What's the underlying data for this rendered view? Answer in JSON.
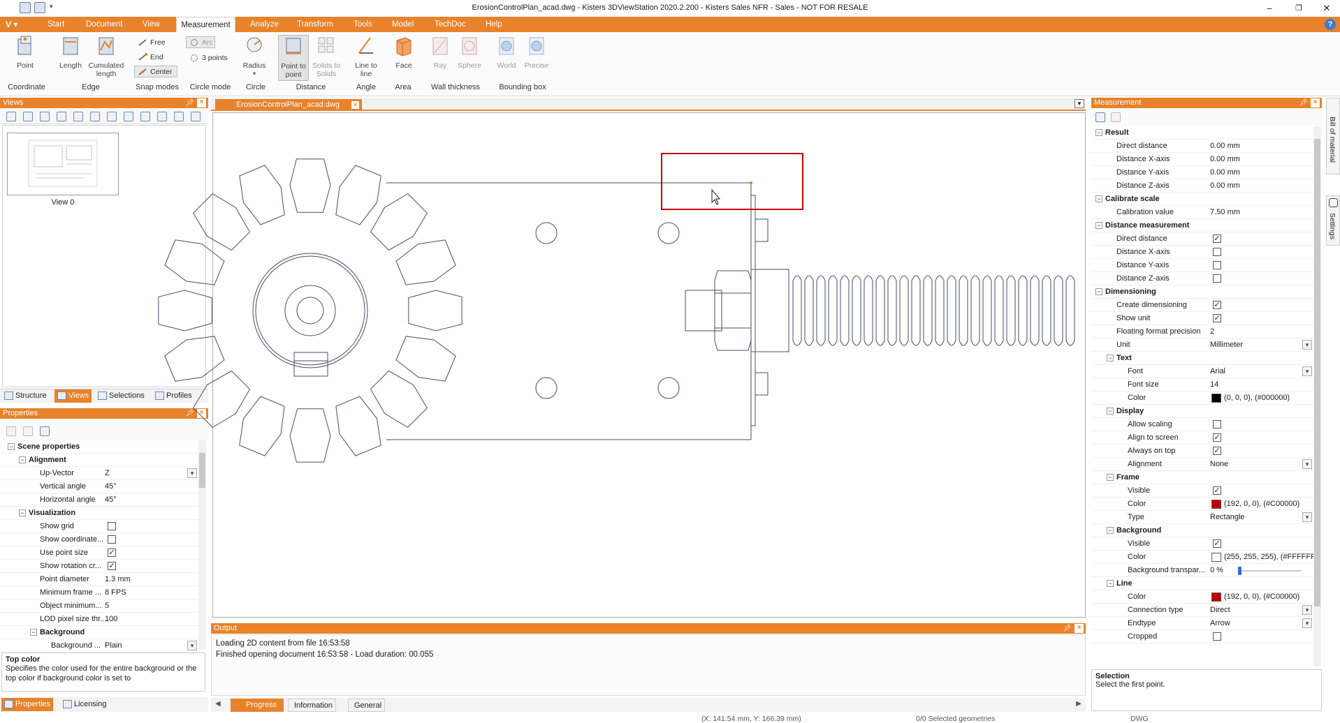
{
  "window": {
    "title": "ErosionControlPlan_acad.dwg - Kisters 3DViewStation 2020.2.200 - Kisters Sales NFR - Sales - NOT FOR RESALE",
    "minimize": "–",
    "restore": "❐",
    "close": "✕"
  },
  "ribbon_tabs": [
    "Start",
    "Document",
    "View",
    "Measurement",
    "Analyze",
    "Transform",
    "Tools",
    "Model",
    "TechDoc",
    "Help"
  ],
  "app_menu": "V ▾",
  "help_label": "?",
  "ribbon": {
    "point": "Point",
    "length": "Length",
    "cumulated_length": "Cumulated length",
    "snap_free": "Free",
    "snap_end": "End",
    "snap_center": "Center",
    "arc": "Arc",
    "three_points": "3 points",
    "radius": "Radius",
    "point_to_point": "Point to point",
    "solids_to_solids": "Solids to Solids",
    "line_to_line": "Line to line",
    "face": "Face",
    "ray": "Ray",
    "sphere": "Sphere",
    "world": "World",
    "precise": "Precise",
    "groups": {
      "coordinate": "Coordinate",
      "edge": "Edge",
      "snap_modes": "Snap modes",
      "circle_mode": "Circle mode",
      "circle": "Circle",
      "distance": "Distance",
      "angle": "Angle",
      "area": "Area",
      "wall_thickness": "Wall thickness",
      "bounding_box": "Bounding box"
    }
  },
  "views_panel": {
    "title": "Views",
    "view_label": "View 0",
    "tabs": [
      "Structure",
      "Views",
      "Selections",
      "Profiles"
    ]
  },
  "properties_panel": {
    "title": "Properties",
    "rows": [
      {
        "label": "Scene properties",
        "type": "sec",
        "level": 0
      },
      {
        "label": "Alignment",
        "type": "sec",
        "level": 1
      },
      {
        "label": "Up-Vector",
        "value": "Z",
        "type": "dd",
        "level": 2
      },
      {
        "label": "Vertical angle",
        "value": "45°",
        "level": 2
      },
      {
        "label": "Horizontal angle",
        "value": "45°",
        "level": 2
      },
      {
        "label": "Visualization",
        "type": "sec",
        "level": 1
      },
      {
        "label": "Show grid",
        "check": false,
        "level": 2
      },
      {
        "label": "Show coordinate...",
        "check": false,
        "level": 2
      },
      {
        "label": "Use point size",
        "check": true,
        "level": 2
      },
      {
        "label": "Show rotation cr...",
        "check": true,
        "level": 2
      },
      {
        "label": "Point diameter",
        "value": "1.3 mm",
        "level": 2
      },
      {
        "label": "Minimum frame ...",
        "value": "8 FPS",
        "level": 2
      },
      {
        "label": "Object minimum...",
        "value": "5",
        "level": 2
      },
      {
        "label": "LOD pixel size thr...",
        "value": "100",
        "level": 2
      },
      {
        "label": "Background",
        "type": "sec",
        "level": 2
      },
      {
        "label": "Background ...",
        "value": "Plain",
        "type": "dd",
        "level": 3
      }
    ],
    "help_title": "Top color",
    "help_text": "Specifies the color used for the entire background or the top color if background color is set to",
    "tabs": [
      "Properties",
      "Licensing"
    ]
  },
  "document": {
    "tab": "ErosionControlPlan_acad.dwg"
  },
  "output_panel": {
    "title": "Output",
    "lines": [
      "Loading 2D content from file 16:53:58",
      "Finished opening document 16:53:58 - Load duration: 00.055"
    ],
    "tabs": [
      "Progress",
      "Information",
      "General"
    ]
  },
  "measurement_panel": {
    "title": "Measurement",
    "side_tabs": [
      "Bill of material",
      "Settings"
    ],
    "rows": [
      {
        "label": "Result",
        "type": "sec",
        "level": 0
      },
      {
        "label": "Direct distance",
        "value": "0.00 mm",
        "level": 1
      },
      {
        "label": "Distance X-axis",
        "value": "0.00 mm",
        "level": 1
      },
      {
        "label": "Distance Y-axis",
        "value": "0.00 mm",
        "level": 1
      },
      {
        "label": "Distance Z-axis",
        "value": "0.00 mm",
        "level": 1
      },
      {
        "label": "Calibrate scale",
        "type": "sec",
        "level": 0
      },
      {
        "label": "Calibration value",
        "value": "7.50 mm",
        "level": 1
      },
      {
        "label": "Distance measurement",
        "type": "sec",
        "level": 0
      },
      {
        "label": "Direct distance",
        "check": true,
        "level": 1
      },
      {
        "label": "Distance X-axis",
        "check": false,
        "level": 1
      },
      {
        "label": "Distance Y-axis",
        "check": false,
        "level": 1
      },
      {
        "label": "Distance Z-axis",
        "check": false,
        "level": 1
      },
      {
        "label": "Dimensioning",
        "type": "sec",
        "level": 0
      },
      {
        "label": "Create dimensioning",
        "check": true,
        "level": 1
      },
      {
        "label": "Show unit",
        "check": true,
        "level": 1
      },
      {
        "label": "Floating format precision",
        "value": "2",
        "level": 1
      },
      {
        "label": "Unit",
        "value": "Millimeter",
        "type": "dd",
        "level": 1
      },
      {
        "label": "Text",
        "type": "sec",
        "level": 1
      },
      {
        "label": "Font",
        "value": "Arial",
        "type": "dd",
        "level": 2
      },
      {
        "label": "Font size",
        "value": "14",
        "level": 2
      },
      {
        "label": "Color",
        "value": "(0, 0, 0), (#000000)",
        "swatch": "#000000",
        "level": 2
      },
      {
        "label": "Display",
        "type": "sec",
        "level": 1
      },
      {
        "label": "Allow scaling",
        "check": false,
        "level": 2
      },
      {
        "label": "Align to screen",
        "check": true,
        "level": 2
      },
      {
        "label": "Always on top",
        "check": true,
        "level": 2
      },
      {
        "label": "Alignment",
        "value": "None",
        "type": "dd",
        "level": 2
      },
      {
        "label": "Frame",
        "type": "sec",
        "level": 1
      },
      {
        "label": "Visible",
        "check": true,
        "level": 2
      },
      {
        "label": "Color",
        "value": "(192, 0, 0), (#C00000)",
        "swatch": "#C00000",
        "level": 2
      },
      {
        "label": "Type",
        "value": "Rectangle",
        "type": "dd",
        "level": 2
      },
      {
        "label": "Background",
        "type": "sec",
        "level": 1
      },
      {
        "label": "Visible",
        "check": true,
        "level": 2
      },
      {
        "label": "Color",
        "value": "(255, 255, 255), (#FFFFFF",
        "swatch": "#FFFFFF",
        "level": 2
      },
      {
        "label": "Background transpar...",
        "value": "0 %",
        "type": "slider",
        "level": 2
      },
      {
        "label": "Line",
        "type": "sec",
        "level": 1
      },
      {
        "label": "Color",
        "value": "(192, 0, 0), (#C00000)",
        "swatch": "#C00000",
        "level": 2
      },
      {
        "label": "Connection type",
        "value": "Direct",
        "type": "dd",
        "level": 2
      },
      {
        "label": "Endtype",
        "value": "Arrow",
        "type": "dd",
        "level": 2
      },
      {
        "label": "Cropped",
        "check": false,
        "level": 2
      }
    ],
    "selection_title": "Selection",
    "selection_text": "Select the first point."
  },
  "status": {
    "coords": "(X: 141.54 mm, Y: 166.39 mm)",
    "selected": "0/0 Selected geometries",
    "format": "DWG"
  },
  "colors": {
    "accent": "#e8822b",
    "frame_red": "#c00000"
  }
}
